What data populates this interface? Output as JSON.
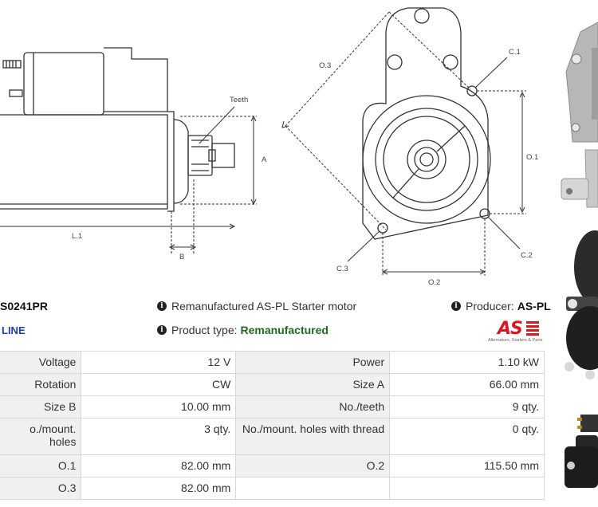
{
  "product": {
    "code": "S0241PR",
    "line": "LINE",
    "description": "Remanufactured AS-PL Starter motor",
    "type_label": "Product type:",
    "type_value": "Remanufactured",
    "producer_label": "Producer:",
    "producer_value": "AS-PL"
  },
  "logo": {
    "mark": "AS",
    "tagline": "Alternators, Starters & Parts"
  },
  "drawing_labels": {
    "teeth": "Teeth",
    "a": "A",
    "b": "B",
    "l1": "L.1",
    "o1": "O.1",
    "o2": "O.2",
    "o3": "O.3",
    "c1": "C.1",
    "c2": "C.2",
    "c3": "C.3"
  },
  "specs": [
    [
      {
        "label": "Voltage",
        "value": "12 V"
      },
      {
        "label": "Power",
        "value": "1.10 kW"
      }
    ],
    [
      {
        "label": "Rotation",
        "value": "CW"
      },
      {
        "label": "Size A",
        "value": "66.00 mm"
      }
    ],
    [
      {
        "label": "Size B",
        "value": "10.00 mm"
      },
      {
        "label": "No./teeth",
        "value": "9 qty."
      }
    ],
    [
      {
        "label": "o./mount. holes",
        "value": "3 qty."
      },
      {
        "label": "No./mount. holes with thread",
        "value": "0 qty."
      }
    ],
    [
      {
        "label": "O.1",
        "value": "82.00 mm"
      },
      {
        "label": "O.2",
        "value": "115.50 mm"
      }
    ],
    [
      {
        "label": "O.3",
        "value": "82.00 mm"
      },
      {
        "label": "",
        "value": ""
      }
    ]
  ],
  "colors": {
    "line_label": "#1d3fa6",
    "type_value": "#1e6b1e",
    "logo_red": "#d8171e",
    "table_label_bg": "#f0f0f0"
  },
  "icons": [
    "info-icon"
  ]
}
